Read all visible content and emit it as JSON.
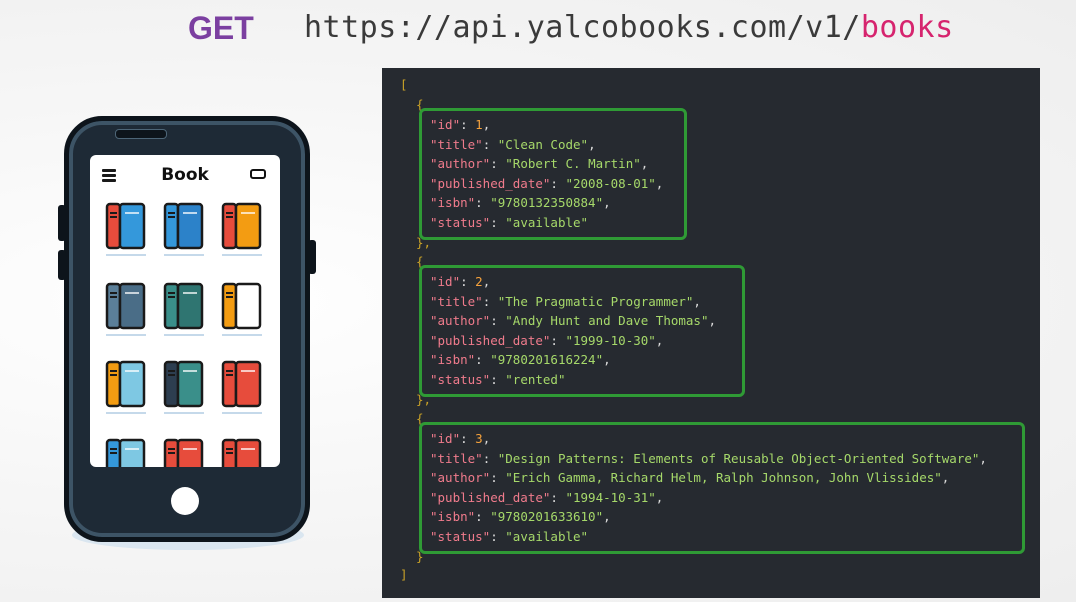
{
  "request": {
    "method": "GET",
    "url_base": "https://api.yalcobooks.com/v1/",
    "url_resource": "books"
  },
  "phone": {
    "screen_title": "Book",
    "menu_icon": "hamburger-menu-icon",
    "top_right_icon": "rounded-rect-icon"
  },
  "books_grid": [
    {
      "colors": [
        "#e74c3c",
        "#3498db"
      ]
    },
    {
      "colors": [
        "#3498db",
        "#2c82c9"
      ]
    },
    {
      "colors": [
        "#e74c3c",
        "#f39c12"
      ]
    },
    {
      "colors": [
        "#5b7f99",
        "#4a6d87"
      ]
    },
    {
      "colors": [
        "#3a8f8a",
        "#2f7571"
      ]
    },
    {
      "colors": [
        "#f39c12",
        "#ffffff"
      ]
    },
    {
      "colors": [
        "#f39c12",
        "#7ec8e3"
      ]
    },
    {
      "colors": [
        "#2d3e50",
        "#3a8f8a"
      ]
    },
    {
      "colors": [
        "#e74c3c",
        "#e74c3c"
      ]
    },
    {
      "colors": [
        "#3498db",
        "#7ec8e3"
      ]
    },
    {
      "colors": [
        "#e74c3c",
        "#e74c3c"
      ]
    },
    {
      "colors": [
        "#e74c3c",
        "#e74c3c"
      ]
    }
  ],
  "response": {
    "open_bracket": "[",
    "close_bracket": "]",
    "open_brace": "{",
    "close_brace_comma": "},",
    "close_brace": "}",
    "keys": {
      "id": "\"id\"",
      "title": "\"title\"",
      "author": "\"author\"",
      "published_date": "\"published_date\"",
      "isbn": "\"isbn\"",
      "status": "\"status\""
    },
    "books": [
      {
        "id": "1",
        "title": "\"Clean Code\"",
        "author": "\"Robert C. Martin\"",
        "published_date": "\"2008-08-01\"",
        "isbn": "\"9780132350884\"",
        "status": "\"available\""
      },
      {
        "id": "2",
        "title": "\"The Pragmatic Programmer\"",
        "author": "\"Andy Hunt and Dave Thomas\"",
        "published_date": "\"1999-10-30\"",
        "isbn": "\"9780201616224\"",
        "status": "\"rented\""
      },
      {
        "id": "3",
        "title": "\"Design Patterns: Elements of Reusable Object-Oriented Software\"",
        "author": "\"Erich Gamma, Richard Helm, Ralph Johnson, John Vlissides\"",
        "published_date": "\"1994-10-31\"",
        "isbn": "\"9780201633610\"",
        "status": "\"available\""
      }
    ]
  },
  "colors": {
    "method": "#7b3fa0",
    "resource": "#d6246e",
    "panel_bg": "#262a30",
    "key": "#f07b8c",
    "string": "#a6d96a",
    "number": "#f6a23c",
    "highlight": "#2f9a35"
  }
}
